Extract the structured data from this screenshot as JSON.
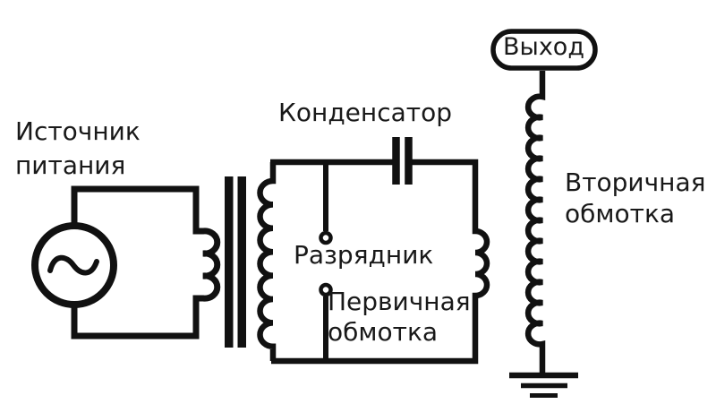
{
  "diagram": {
    "labels": {
      "power_source": "Источник\nпитания",
      "capacitor": "Конденсатор",
      "spark_gap": "Разрядник",
      "primary_winding": "Первичная\nобмотка",
      "secondary_winding": "Вторичная\nобмотка",
      "output": "Выход"
    },
    "symbols": {
      "ac_source": "circle-with-sine-wave",
      "transformer_core": "double-vertical-bars",
      "capacitor": "parallel-plates",
      "spark_gap": "two-dot-electrode-gap",
      "ground": "three-bar-earth",
      "coil": "loop-spring-winding"
    },
    "colors": {
      "line": "#111111",
      "text": "#191919",
      "background": "#ffffff"
    }
  }
}
